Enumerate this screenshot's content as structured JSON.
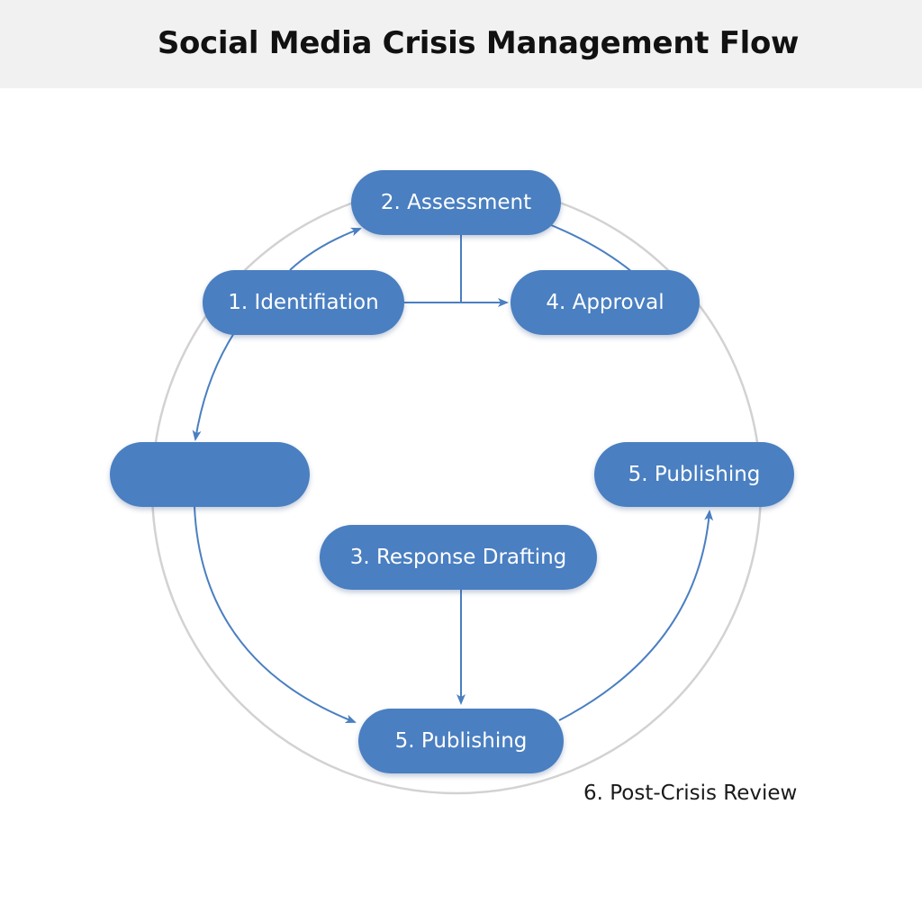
{
  "title": "Social Media Crisis Management Flow",
  "nodes": {
    "assessment": "2. Assessment",
    "identification": "1. Identifiation",
    "approval": "4. Approval",
    "blank": "",
    "publishing_right": "5. Publishing",
    "response_drafting": "3. Response Drafting",
    "publishing_bottom": "5. Publishing"
  },
  "review_label": "6. Post-Crisis Review",
  "colors": {
    "node_fill": "#4a7fc1",
    "arrow": "#4a7fc1",
    "circle": "#d2d2d2",
    "header_bg": "#f1f1f1"
  }
}
